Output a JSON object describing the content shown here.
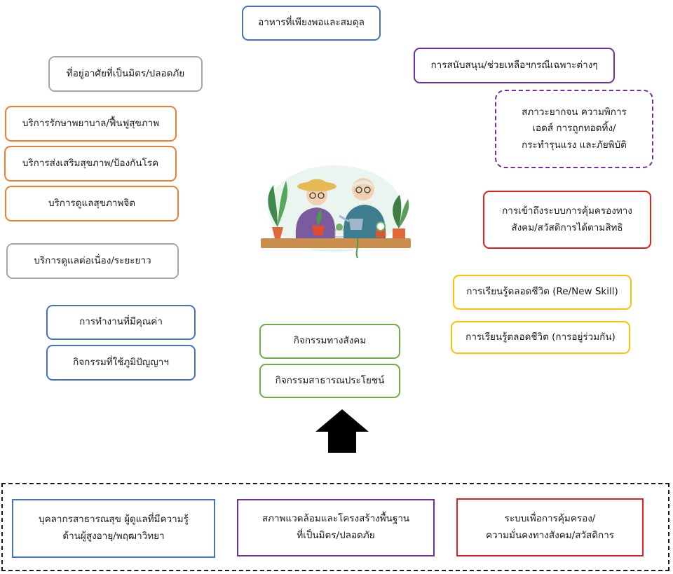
{
  "nodes": {
    "food": "อาหารที่เพียงพอและสมดุล",
    "housing": "ที่อยู่อาศัยที่เป็นมิตร/ปลอดภัย",
    "care_service": "บริการรักษาพยาบาล/ฟื้นฟูสุขภาพ",
    "promotion_service": "บริการส่งเสริมสุขภาพ/ป้องกันโรค",
    "mental_service": "บริการดูแลสุขภาพจิต",
    "ltc_service": "บริการดูแลต่อเนื่อง/ระยะยาว",
    "valuable_work": "การทำงานที่มีคุณค่า",
    "wisdom_activity": "กิจกรรมที่ใช้ภูมิปัญญาฯ",
    "support": "การสนับสนุน/ช่วยเหลือฯกรณีเฉพาะต่างๆ",
    "special_cases": "สภาวะยากจน ความพิการ\nเอดส์ การถูกทอดทิ้ง/\nกระทำรุนแรง และภัยพิบัติ",
    "protection_access": "การเข้าถึงระบบการคุ้มครองทาง\nสังคม/สวัสดิการได้ตามสิทธิ",
    "lifelong_reskill": "การเรียนรู้ตลอดชีวิต (Re/New Skill)",
    "lifelong_together": "การเรียนรู้ตลอดชีวิต (การอยู่ร่วมกัน)",
    "social_activity": "กิจกรรมทางสังคม",
    "public_activity": "กิจกรรมสาธารณประโยชน์"
  },
  "foundation": {
    "personnel": "บุคลากรสาธารณสุข ผู้ดูแลที่มีความรู้\nด้านผู้สูงอายุ/พฤฒาวิทยา",
    "environment": "สภาพแวดล้อมและโครงสร้างพื้นฐาน\nที่เป็นมิตร/ปลอดภัย",
    "security": "ระบบเพื่อการคุ้มครอง/\nความมั่นคงทางสังคม/สวัสดิการ"
  },
  "colors": {
    "blue": "#4472c4",
    "gray": "#a6a6a6",
    "orange": "#ed7d31",
    "purple": "#7030a0",
    "red": "#e0201b",
    "yellow": "#ffc000",
    "green": "#70ad47",
    "arrow": "#000000"
  },
  "icons": {
    "center_illustration": "elderly-couple-gardening-illustration",
    "arrow": "up-arrow-icon"
  }
}
